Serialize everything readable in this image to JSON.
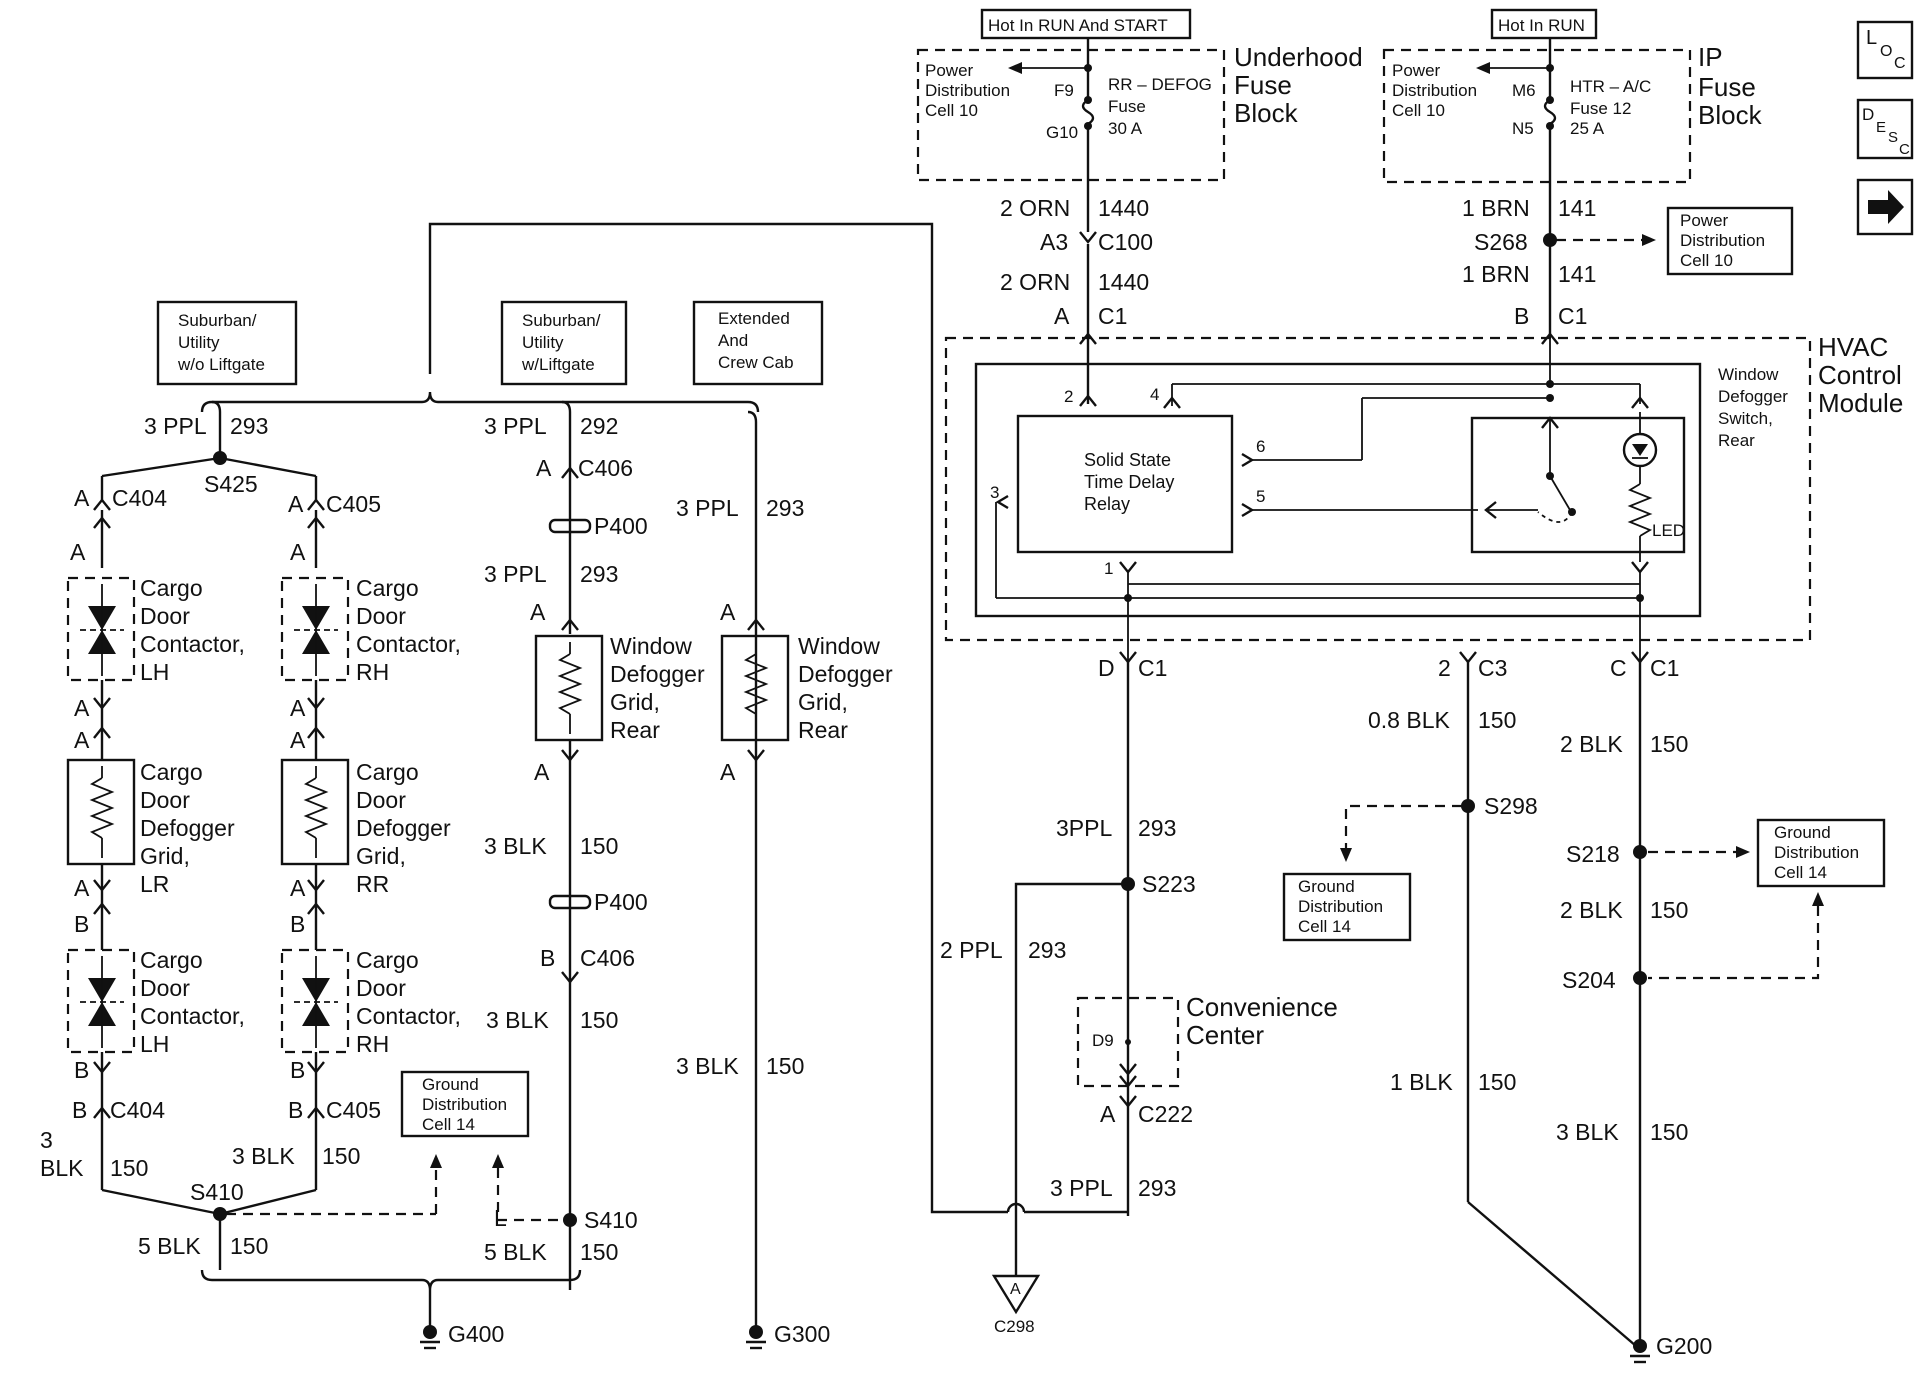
{
  "header": {
    "hot_run_start": "Hot In RUN And START",
    "hot_run": "Hot In RUN"
  },
  "side_buttons": {
    "loc": "LOC",
    "desc": "DESC"
  },
  "underhood": {
    "title_1": "Underhood",
    "title_2": "Fuse",
    "title_3": "Block",
    "pd_1": "Power",
    "pd_2": "Distribution",
    "pd_3": "Cell 10",
    "pin_top": "F9",
    "pin_bottom": "G10",
    "fuse_1": "RR – DEFOG",
    "fuse_2": "Fuse",
    "fuse_3": "30 A"
  },
  "ip_fuse": {
    "title_1": "IP",
    "title_2": "Fuse",
    "title_3": "Block",
    "pd_1": "Power",
    "pd_2": "Distribution",
    "pd_3": "Cell 10",
    "pin_top": "M6",
    "pin_bottom": "N5",
    "fuse_1": "HTR – A/C",
    "fuse_2": "Fuse 12",
    "fuse_3": "25 A"
  },
  "wires": {
    "orn_1440_a": "2 ORN",
    "orn_1440_a_num": "1440",
    "c100_pin": "A3",
    "c100": "C100",
    "orn_1440_b": "2 ORN",
    "orn_1440_b_num": "1440",
    "c1_a_pin": "A",
    "c1_a": "C1",
    "brn_141_a": "1 BRN",
    "brn_141_a_num": "141",
    "s268": "S268",
    "brn_141_b": "1 BRN",
    "brn_141_b_num": "141",
    "c1_b_pin": "B",
    "c1_b": "C1",
    "pd10_1": "Power",
    "pd10_2": "Distribution",
    "pd10_3": "Cell 10"
  },
  "hvac": {
    "title_1": "HVAC",
    "title_2": "Control",
    "title_3": "Module",
    "relay_1": "Solid State",
    "relay_2": "Time Delay",
    "relay_3": "Relay",
    "switch_1": "Window",
    "switch_2": "Defogger",
    "switch_3": "Switch,",
    "switch_4": "Rear",
    "led": "LED",
    "pin_1": "1",
    "pin_2": "2",
    "pin_3": "3",
    "pin_4": "4",
    "pin_5": "5",
    "pin_6": "6"
  },
  "hvac_out": {
    "d_pin": "D",
    "d_conn": "C1",
    "c3_pin": "2",
    "c3_conn": "C3",
    "c_pin": "C",
    "c_conn": "C1",
    "blk08": "0.8 BLK",
    "blk08_num": "150",
    "s298": "S298",
    "gd_a_1": "Ground",
    "gd_a_2": "Distribution",
    "gd_a_3": "Cell 14",
    "blk2_a": "2 BLK",
    "blk2_a_num": "150",
    "s218": "S218",
    "gd_b_1": "Ground",
    "gd_b_2": "Distribution",
    "gd_b_3": "Cell 14",
    "blk2_b": "2 BLK",
    "blk2_b_num": "150",
    "s204": "S204",
    "blk1": "1 BLK",
    "blk1_num": "150",
    "blk3": "3 BLK",
    "blk3_num": "150",
    "g200": "G200",
    "ppl3": "3PPL",
    "ppl3_num": "293",
    "s223": "S223",
    "ppl2": "2 PPL",
    "ppl2_num": "293",
    "conv_1": "Convenience",
    "conv_2": "Center",
    "conv_pin": "D9",
    "c222_pin": "A",
    "c222": "C222",
    "ppl3b": "3 PPL",
    "ppl3b_num": "293",
    "c298_letter": "A",
    "c298": "C298"
  },
  "options": {
    "sub_wo_1": "Suburban/",
    "sub_wo_2": "Utility",
    "sub_wo_3": "w/o Liftgate",
    "sub_w_1": "Suburban/",
    "sub_w_2": "Utility",
    "sub_w_3": "w/Liftgate",
    "ext_1": "Extended",
    "ext_2": "And",
    "ext_3": "Crew Cab"
  },
  "left": {
    "ppl_293": "3 PPL",
    "ppl_293_num": "293",
    "s425": "S425",
    "c404_pin": "A",
    "c404": "C404",
    "c405_pin": "A",
    "c405": "C405",
    "pin_a": "A",
    "pin_b": "B",
    "contactor_1": "Cargo",
    "contactor_2": "Door",
    "contactor_3": "Contactor,",
    "lh": "LH",
    "rh": "RH",
    "grid_1": "Cargo",
    "grid_2": "Door",
    "grid_3": "Defogger",
    "grid_4": "Grid,",
    "lr": "LR",
    "rr": "RR",
    "c404b_pin": "B",
    "c404b": "C404",
    "c405b_pin": "B",
    "c405b": "C405",
    "blk3_l_1": "3",
    "blk3_l_2": "BLK",
    "blk3_l_num": "150",
    "blk3_r": "3 BLK",
    "blk3_r_num": "150",
    "s410": "S410",
    "blk5": "5 BLK",
    "blk5_num": "150",
    "gd_1": "Ground",
    "gd_2": "Distribution",
    "gd_3": "Cell 14",
    "g400": "G400"
  },
  "middle": {
    "ppl_292": "3 PPL",
    "ppl_292_num": "292",
    "c406_pin": "A",
    "c406": "C406",
    "p400": "P400",
    "ppl_293": "3 PPL",
    "ppl_293_num": "293",
    "pin_a": "A",
    "grid_1": "Window",
    "grid_2": "Defogger",
    "grid_3": "Grid,",
    "grid_4": "Rear",
    "blk3": "3 BLK",
    "blk3_num": "150",
    "p400b": "P400",
    "c406b_pin": "B",
    "c406b": "C406",
    "blk3b": "3 BLK",
    "blk3b_num": "150",
    "l_mark": "L",
    "s410": "S410",
    "blk5": "5 BLK",
    "blk5_num": "150"
  },
  "ext": {
    "ppl_293": "3 PPL",
    "ppl_293_num": "293",
    "pin_a": "A",
    "grid_1": "Window",
    "grid_2": "Defogger",
    "grid_3": "Grid,",
    "grid_4": "Rear",
    "blk3": "3 BLK",
    "blk3_num": "150",
    "g300": "G300"
  }
}
